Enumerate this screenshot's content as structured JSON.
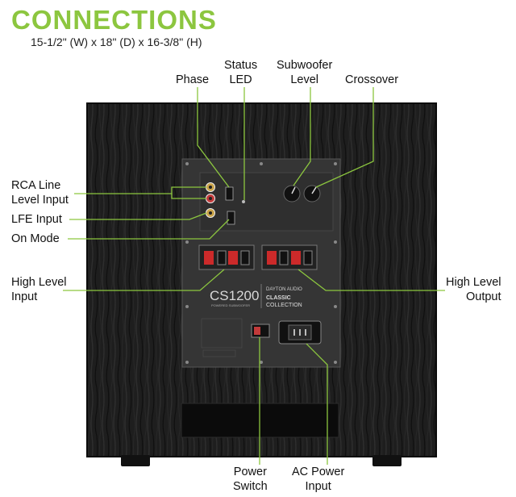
{
  "header": {
    "title": "CONNECTIONS",
    "dimensions": "15-1/2\" (W) x 18\" (D) x 16-3/8\" (H)"
  },
  "callouts": {
    "phase": [
      "Phase"
    ],
    "status_led": [
      "Status",
      "LED"
    ],
    "subwoofer_level": [
      "Subwoofer",
      "Level"
    ],
    "crossover": [
      "Crossover"
    ],
    "rca_line": [
      "RCA Line",
      "Level Input"
    ],
    "lfe_input": [
      "LFE Input"
    ],
    "on_mode": [
      "On Mode"
    ],
    "high_level_input": [
      "High Level",
      "Input"
    ],
    "high_level_output": [
      "High Level",
      "Output"
    ],
    "power_switch": [
      "Power",
      "Switch"
    ],
    "ac_power_input": [
      "AC Power",
      "Input"
    ]
  },
  "panel": {
    "model": "CS1200",
    "model_sub": "POWERED SUBWOOFER",
    "brand": "DAYTON AUDIO",
    "collection_line1": "CLASSIC",
    "collection_line2": "COLLECTION"
  },
  "colors": {
    "accent": "#8cc63f",
    "cabinet": "#1c1c1c",
    "panel": "#3a3a3a"
  }
}
